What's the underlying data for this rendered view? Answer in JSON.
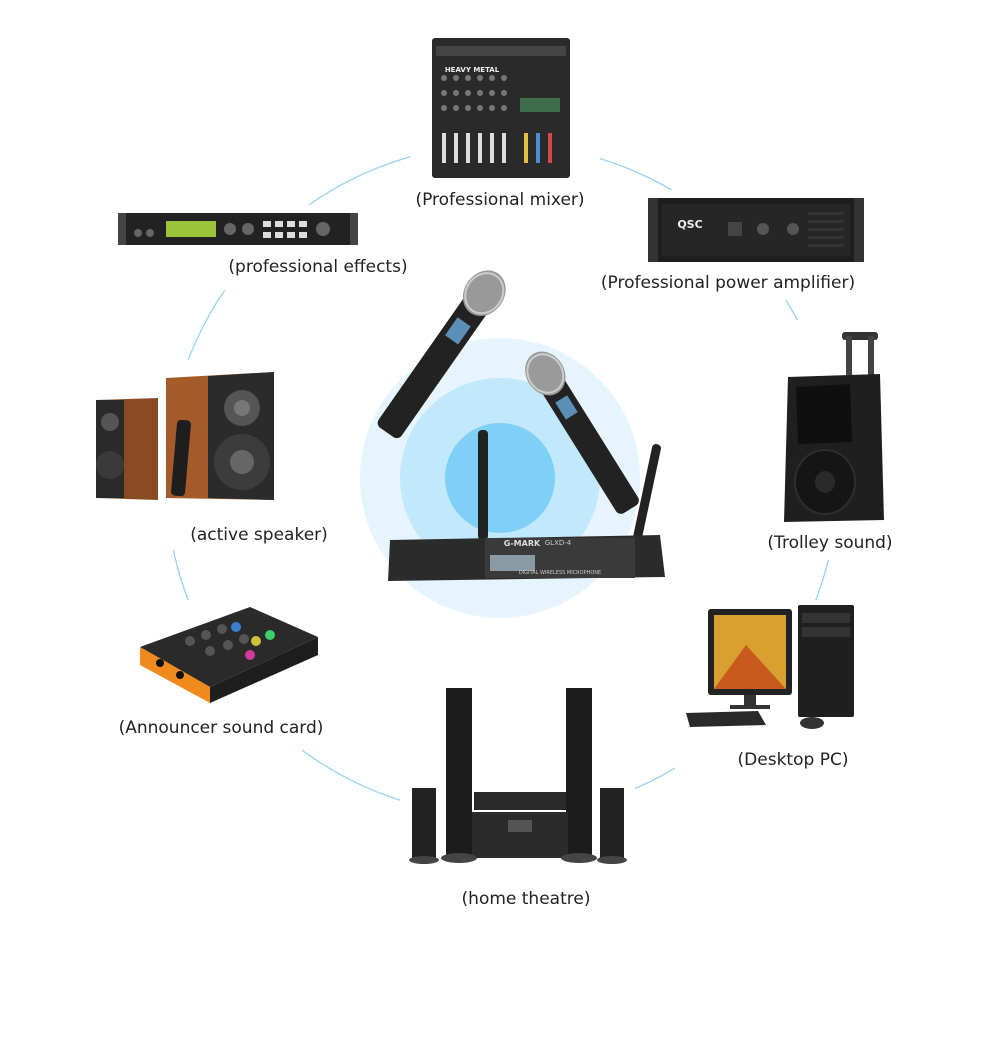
{
  "nodes": [
    {
      "id": "mixer",
      "label": "(Professional mixer)",
      "icon": "mixer-icon"
    },
    {
      "id": "amp",
      "label": "(Professional power amplifier)",
      "icon": "power-amplifier-icon"
    },
    {
      "id": "effects",
      "label": "(professional effects)",
      "icon": "effects-processor-icon"
    },
    {
      "id": "trolley",
      "label": "(Trolley sound)",
      "icon": "trolley-speaker-icon"
    },
    {
      "id": "active",
      "label": "(active speaker)",
      "icon": "active-speaker-icon"
    },
    {
      "id": "soundcard",
      "label": "(Announcer sound card)",
      "icon": "sound-card-icon"
    },
    {
      "id": "desktop",
      "label": "(Desktop PC)",
      "icon": "desktop-pc-icon"
    },
    {
      "id": "theatre",
      "label": "(home theatre)",
      "icon": "home-theatre-icon"
    }
  ],
  "center": {
    "icon": "wireless-microphone-system-icon",
    "receiver_brand": "G-MARK",
    "receiver_model": "GLXD-4",
    "receiver_subtitle": "DIGITAL WIRELESS MICROPHONE",
    "mixer_brand": "HEAVY METAL",
    "amp_brand": "QSC"
  },
  "colors": {
    "ring": "#8fd0ee",
    "glow_outer": "#e6f5fd",
    "glow_mid": "#c2e8fb",
    "glow_inner": "#7fd0f7",
    "text": "#222222"
  }
}
